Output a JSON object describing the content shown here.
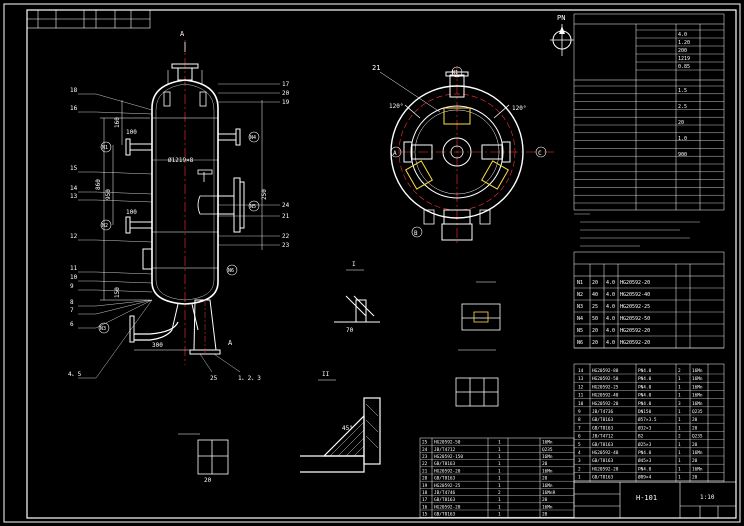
{
  "drawing": {
    "direction_marker": "PN",
    "title_block": {
      "drawing_name": "H-101",
      "scale": "1:10"
    },
    "elevation_labels": {
      "section_mark_top": "A",
      "section_mark_bottom": "A",
      "dia_main": "Ø1219×8",
      "dim_100_top": "100",
      "dim_100_mid": "100",
      "dim_300": "300",
      "dim_160": "160",
      "dim_250": "250",
      "dim_860": "860",
      "dim_950": "950",
      "dim_150": "150"
    },
    "part_callouts_left": [
      "18",
      "16",
      "15",
      "14",
      "13",
      "12",
      "11",
      "10",
      "9",
      "8",
      "7",
      "6",
      "4、5"
    ],
    "part_callouts_right": [
      "17",
      "20",
      "19",
      "22",
      "23",
      "24",
      "21"
    ],
    "part_callouts_bottom": [
      "25",
      "1、2、3"
    ],
    "nozzle_marks": [
      "N1",
      "N2",
      "N3",
      "N4",
      "N5",
      "N6"
    ],
    "plan_view_labels": {
      "angle_left": "120°",
      "angle_right": "120°",
      "mark_a": "A",
      "mark_b": "C",
      "mark_c": "B",
      "mark_n1": "N1",
      "part_21": "21"
    },
    "detail_labels": {
      "detail_1": "I",
      "detail_2": "II",
      "dim_70": "70",
      "dim_45": "45°",
      "dim_20": "20"
    },
    "nozzle_table": {
      "rows": [
        [
          "N1",
          "20",
          "4.0",
          "HG20592-20"
        ],
        [
          "N2",
          "40",
          "4.0",
          "HG20592-40"
        ],
        [
          "N3",
          "25",
          "4.0",
          "HG20592-25"
        ],
        [
          "N4",
          "50",
          "4.0",
          "HG20592-50"
        ],
        [
          "N5",
          "20",
          "4.0",
          "HG20592-20"
        ],
        [
          "N6",
          "20",
          "4.0",
          "HG20592-20"
        ]
      ]
    },
    "tech_data_values": [
      "4.0",
      "1.20",
      "200",
      "1219",
      "0.85",
      "1.5",
      "2.5",
      "20",
      "1.0",
      "900"
    ],
    "bom_right_rows": [
      [
        "14",
        "HG20592-80",
        "PN4.0",
        "2",
        "16Mn"
      ],
      [
        "13",
        "HG20592-50",
        "PN4.0",
        "1",
        "16Mn"
      ],
      [
        "12",
        "HG20592-25",
        "PN4.0",
        "1",
        "16Mn"
      ],
      [
        "11",
        "HG20592-40",
        "PN4.0",
        "1",
        "16Mn"
      ],
      [
        "10",
        "HG20592-20",
        "PN4.0",
        "3",
        "16Mn"
      ],
      [
        "9",
        "JB/T4736",
        "DN150",
        "1",
        "Q235"
      ],
      [
        "8",
        "GB/T8163",
        "Ø57×3.5",
        "1",
        "20"
      ],
      [
        "7",
        "GB/T8163",
        "Ø32×3",
        "1",
        "20"
      ],
      [
        "6",
        "JB/T4712",
        "B2",
        "2",
        "Q235"
      ],
      [
        "5",
        "GB/T8163",
        "Ø25×3",
        "1",
        "20"
      ],
      [
        "4",
        "HG20592-40",
        "PN4.0",
        "1",
        "16Mn"
      ],
      [
        "3",
        "GB/T8163",
        "Ø45×3",
        "1",
        "20"
      ],
      [
        "2",
        "HG20592-20",
        "PN4.0",
        "1",
        "16Mn"
      ],
      [
        "1",
        "GB/T8163",
        "Ø89×4",
        "1",
        "20"
      ]
    ],
    "bom_bottom_rows": [
      [
        "25",
        "HG20592-50",
        "1",
        "16Mn"
      ],
      [
        "24",
        "JB/T4712",
        "1",
        "Q235"
      ],
      [
        "23",
        "HG20592-150",
        "1",
        "16Mn"
      ],
      [
        "22",
        "GB/T8163",
        "1",
        "20"
      ],
      [
        "21",
        "HG20592-20",
        "1",
        "16Mn"
      ],
      [
        "20",
        "GB/T8163",
        "1",
        "20"
      ],
      [
        "19",
        "HG20592-25",
        "1",
        "16Mn"
      ],
      [
        "18",
        "JB/T4746",
        "2",
        "16MnR"
      ],
      [
        "17",
        "GB/T8163",
        "1",
        "20"
      ],
      [
        "16",
        "HG20592-20",
        "1",
        "16Mn"
      ],
      [
        "15",
        "GB/T8163",
        "1",
        "20"
      ]
    ]
  }
}
